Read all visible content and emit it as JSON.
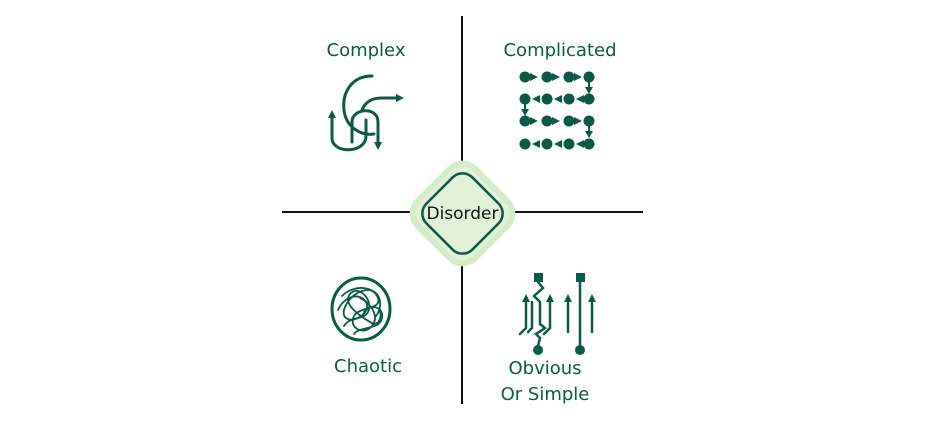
{
  "diagram": {
    "title": "Cynefin framework",
    "center": {
      "label": "Disorder",
      "icon": "diamond-shape"
    },
    "quadrants": [
      {
        "position": "top-left",
        "label": "Complex",
        "icon": "tangled-arrows-icon"
      },
      {
        "position": "top-right",
        "label": "Complicated",
        "icon": "snake-grid-icon"
      },
      {
        "position": "bottom-left",
        "label": "Chaotic",
        "icon": "scribble-circle-icon"
      },
      {
        "position": "bottom-right",
        "label_line1": "Obvious",
        "label_line2": "Or Simple",
        "icon": "parallel-arrows-icon"
      }
    ],
    "colors": {
      "accent": "#0b5a45",
      "center_fill": "#e2f2d8",
      "center_halo": "#d5ecc8",
      "axis": "#111111"
    }
  }
}
